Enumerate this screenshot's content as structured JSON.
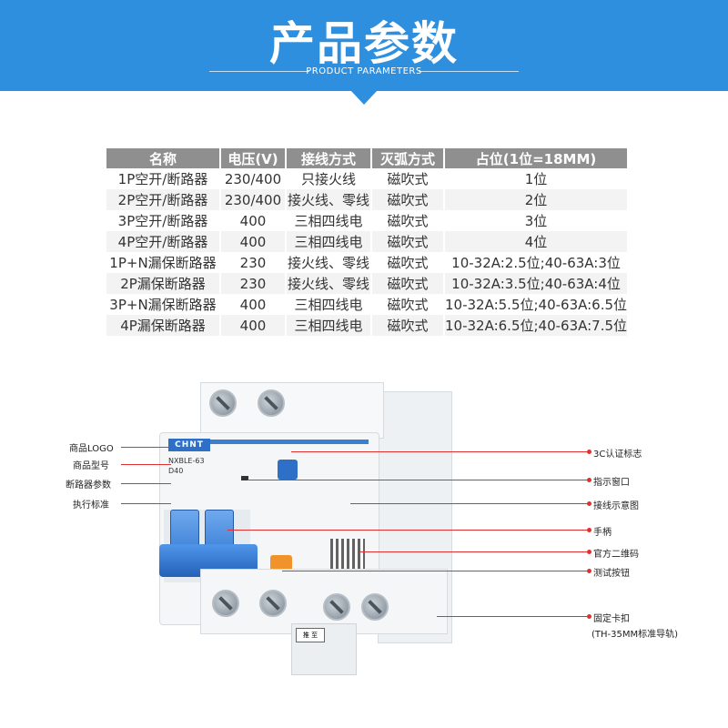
{
  "banner": {
    "title": "产品参数",
    "subtitle": "PRODUCT PARAMETERS",
    "color": "#2e8fdf"
  },
  "table": {
    "headers": [
      "名称",
      "电压(V)",
      "接线方式",
      "灭弧方式",
      "占位(1位=18MM)"
    ],
    "rows": [
      [
        "1P空开/断路器",
        "230/400",
        "只接火线",
        "磁吹式",
        "1位"
      ],
      [
        "2P空开/断路器",
        "230/400",
        "接火线、零线",
        "磁吹式",
        "2位"
      ],
      [
        "3P空开/断路器",
        "400",
        "三相四线电",
        "磁吹式",
        "3位"
      ],
      [
        "4P空开/断路器",
        "400",
        "三相四线电",
        "磁吹式",
        "4位"
      ],
      [
        "1P+N漏保断路器",
        "230",
        "接火线、零线",
        "磁吹式",
        "10-32A:2.5位;40-63A:3位"
      ],
      [
        "2P漏保断路器",
        "230",
        "接火线、零线",
        "磁吹式",
        "10-32A:3.5位;40-63A:4位"
      ],
      [
        "3P+N漏保断路器",
        "400",
        "三相四线电",
        "磁吹式",
        "10-32A:5.5位;40-63A:6.5位"
      ],
      [
        "4P漏保断路器",
        "400",
        "三相四线电",
        "磁吹式",
        "10-32A:6.5位;40-63A:7.5位"
      ]
    ]
  },
  "callouts": {
    "left": [
      "商品LOGO",
      "商品型号",
      "断路器参数",
      "执行标准"
    ],
    "right": [
      "3C认证标志",
      "指示窗口",
      "接线示意图",
      "手柄",
      "官方二维码",
      "测试按钮",
      "固定卡扣",
      "(TH-35MM标准导轨)"
    ]
  },
  "breaker": {
    "brand": "CHNT",
    "model": "NXBLE-63",
    "rating": "D40",
    "rail_tag": "推\n至"
  },
  "colors": {
    "accent_red": "#e03030",
    "handle_blue": "#2f75cf",
    "test_orange": "#f0932a"
  }
}
